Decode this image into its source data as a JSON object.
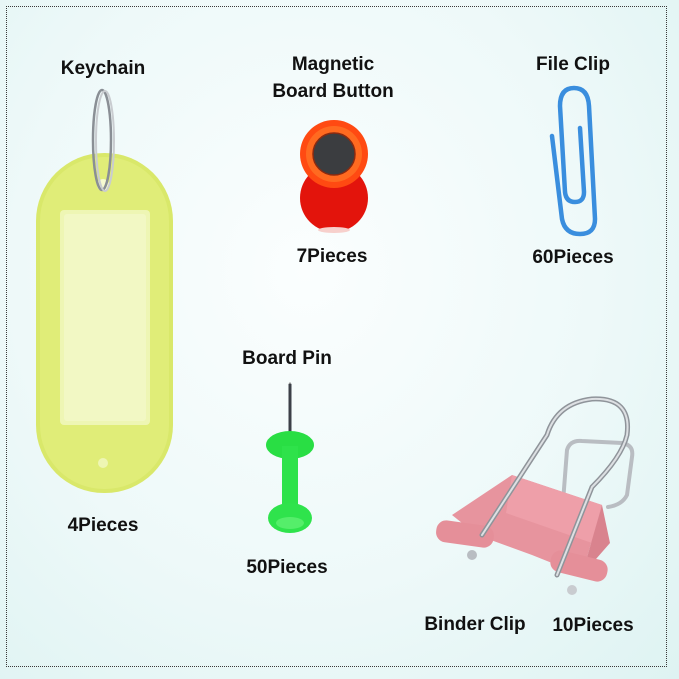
{
  "items": [
    {
      "id": "keychain",
      "name": "Keychain",
      "count": "4Pieces",
      "color": "#dcea6a"
    },
    {
      "id": "magnetic-board-button",
      "name_line1": "Magnetic",
      "name_line2": "Board Button",
      "count": "7Pieces",
      "color": "#e8180f"
    },
    {
      "id": "file-clip",
      "name": "File Clip",
      "count": "60Pieces",
      "color": "#3e8fdc"
    },
    {
      "id": "board-pin",
      "name": "Board Pin",
      "count": "50Pieces",
      "color": "#2fe24a"
    },
    {
      "id": "binder-clip",
      "name": "Binder Clip",
      "count": "10Pieces",
      "color": "#e99aa3"
    }
  ]
}
